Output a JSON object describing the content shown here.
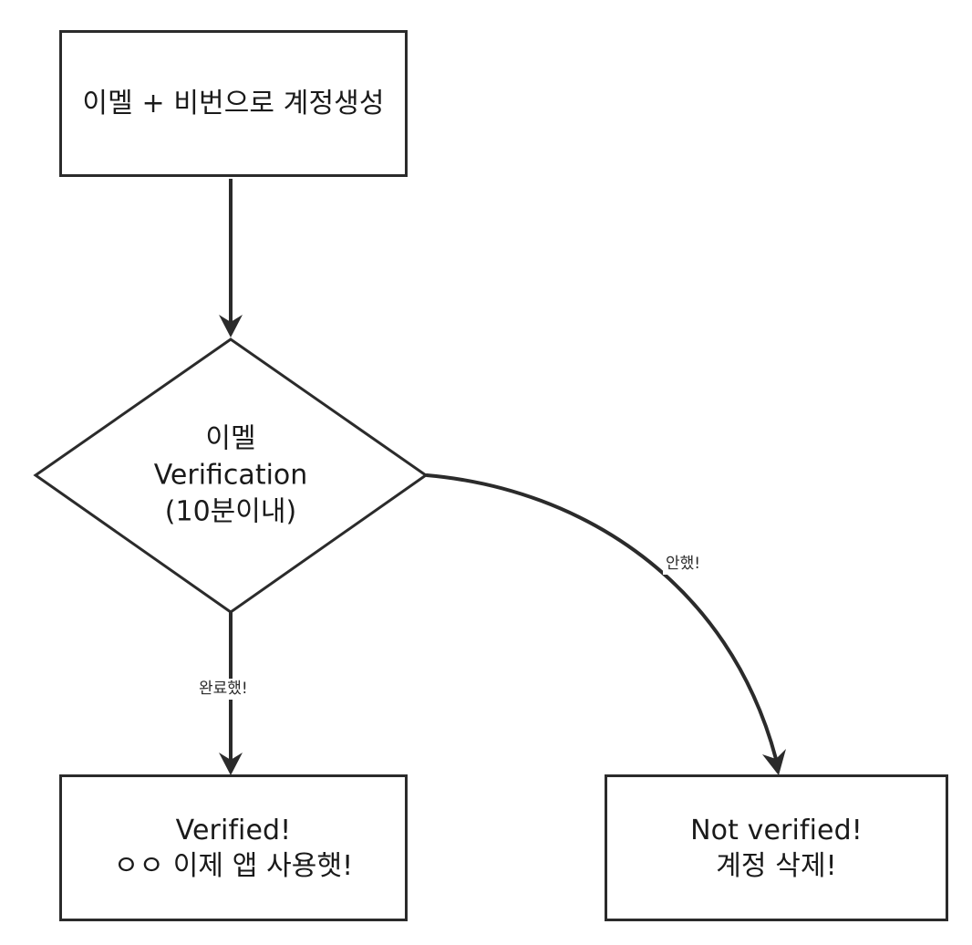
{
  "diagram": {
    "type": "flowchart",
    "title": "",
    "background_color": "#ffffff",
    "line_color": "#2b2b2b",
    "text_color": "#1a1a1a",
    "nodes": [
      {
        "id": "create-account",
        "shape": "rectangle",
        "label": "이멜 + 비번으로 계정생성"
      },
      {
        "id": "email-verification",
        "shape": "diamond",
        "label": "이멜\nVerification\n(10분이내)"
      },
      {
        "id": "verified",
        "shape": "rectangle",
        "label": "Verified!\nㅇㅇ 이제 앱 사용햇!"
      },
      {
        "id": "not-verified",
        "shape": "rectangle",
        "label": "Not verified!\n계정 삭제!"
      }
    ],
    "edges": [
      {
        "id": "create-to-decision",
        "from": "create-account",
        "to": "email-verification",
        "label": "",
        "style": "straight-arrow"
      },
      {
        "id": "decision-to-verified",
        "from": "email-verification",
        "to": "verified",
        "label": "완료했!",
        "style": "straight-arrow"
      },
      {
        "id": "decision-to-not-verified",
        "from": "email-verification",
        "to": "not-verified",
        "label": "안했!",
        "style": "curved-arrow"
      }
    ]
  }
}
